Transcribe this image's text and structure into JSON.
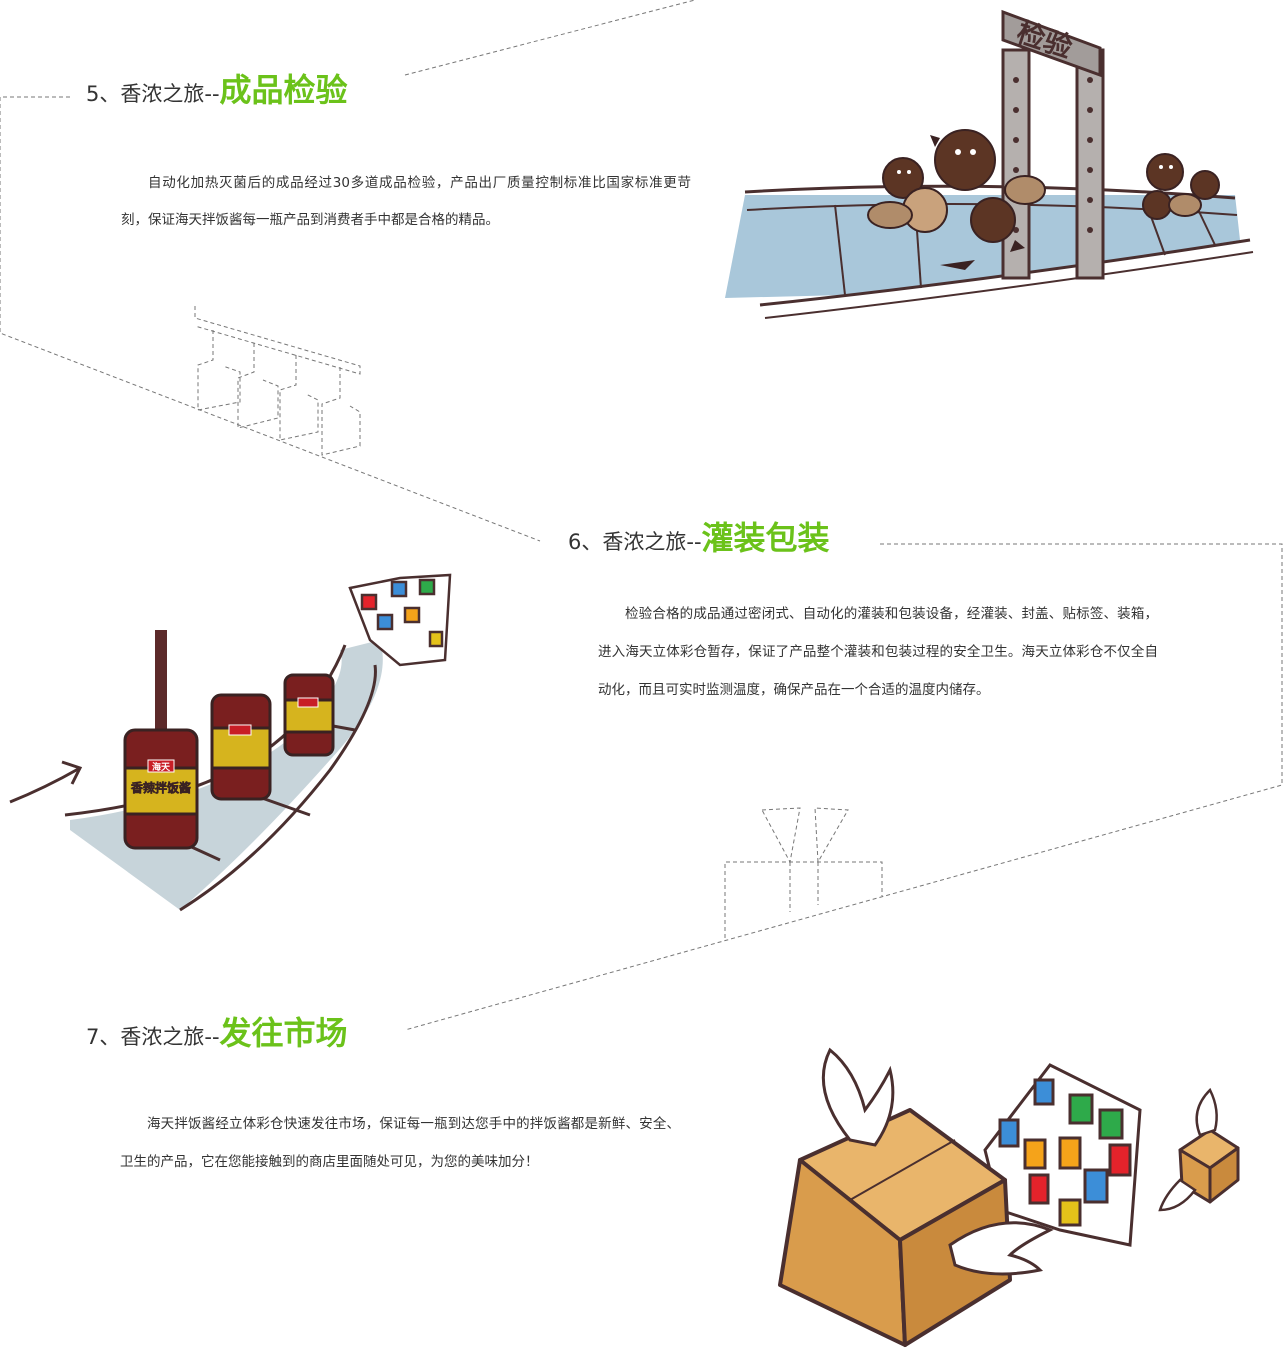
{
  "sections": [
    {
      "prefix": "5、香浓之旅--",
      "title": "成品检验",
      "body": "自动化加热灭菌后的成品经过30多道成品检验，产品出厂质量控制标准比国家标准更苛刻，保证海天拌饭酱每一瓶产品到消费者手中都是合格的精品。"
    },
    {
      "prefix": "6、香浓之旅--",
      "title": "灌装包装",
      "body": "检验合格的成品通过密闭式、自动化的灌装和包装设备，经灌装、封盖、贴标签、装箱，进入海天立体彩仓暂存，保证了产品整个灌装和包装过程的安全卫生。海天立体彩仓不仅全自动化，而且可实时监测温度，确保产品在一个合适的温度内储存。"
    },
    {
      "prefix": "7、香浓之旅--",
      "title": "发往市场",
      "body": "海天拌饭酱经立体彩仓快速发往市场，保证每一瓶到达您手中的拌饭酱都是新鲜、安全、卫生的产品，它在您能接触到的商店里面随处可见，为您的美味加分！"
    }
  ],
  "illustrations": {
    "gate_sign": "检验",
    "jar_badge": "海天",
    "jar_label": "香辣拌饭酱"
  },
  "colors": {
    "accent": "#6bc21a",
    "text": "#333333",
    "outline": "#4a2f2f",
    "belt": "#a9c7da",
    "box": "#e1a85a"
  }
}
